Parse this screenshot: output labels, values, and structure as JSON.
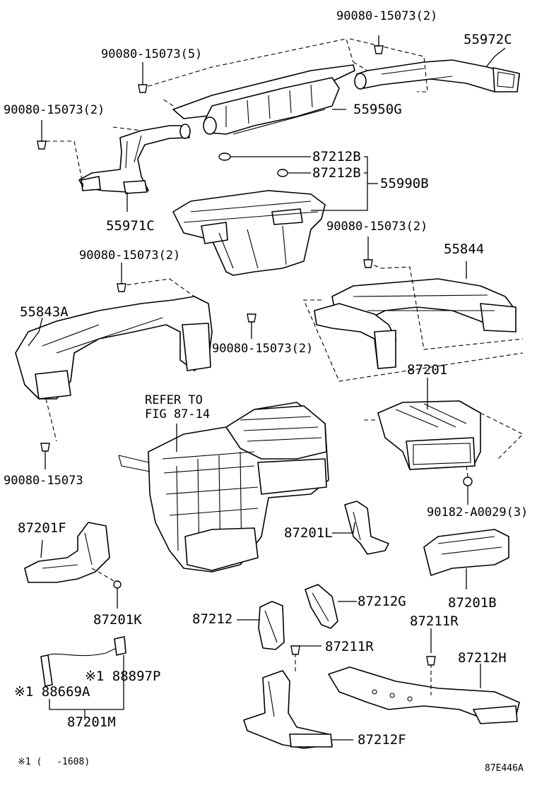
{
  "labels": {
    "p_90080_15073_2_top": "90080-15073(2)",
    "p_55972C": "55972C",
    "p_90080_15073_5": "90080-15073(5)",
    "p_90080_15073_2_left": "90080-15073(2)",
    "p_55950G": "55950G",
    "p_87212B_a": "87212B",
    "p_87212B_b": "87212B",
    "p_55990B": "55990B",
    "p_55971C": "55971C",
    "p_90080_15073_2_right": "90080-15073(2)",
    "p_55844": "55844",
    "p_90080_15073_2_mid": "90080-15073(2)",
    "p_55843A": "55843A",
    "p_90080_15073_2_center": "90080-15073(2)",
    "p_87201": "87201",
    "refer_line1": "REFER TO",
    "refer_line2": "FIG 87-14",
    "p_90080_15073": "90080-15073",
    "p_90182_A0029_3": "90182-A0029(3)",
    "p_87201F": "87201F",
    "p_87201L": "87201L",
    "p_87201B": "87201B",
    "p_87212G": "87212G",
    "p_87201K": "87201K",
    "p_87212": "87212",
    "p_87211R_a": "87211R",
    "p_87211R_b": "87211R",
    "p_88897P": "※1 88897P",
    "p_87212H": "87212H",
    "p_88669A": "※1 88669A",
    "p_87201M": "87201M",
    "p_87212F": "87212F",
    "footnote": "※1 (　 -1608)",
    "figure_code": "87E446A"
  }
}
